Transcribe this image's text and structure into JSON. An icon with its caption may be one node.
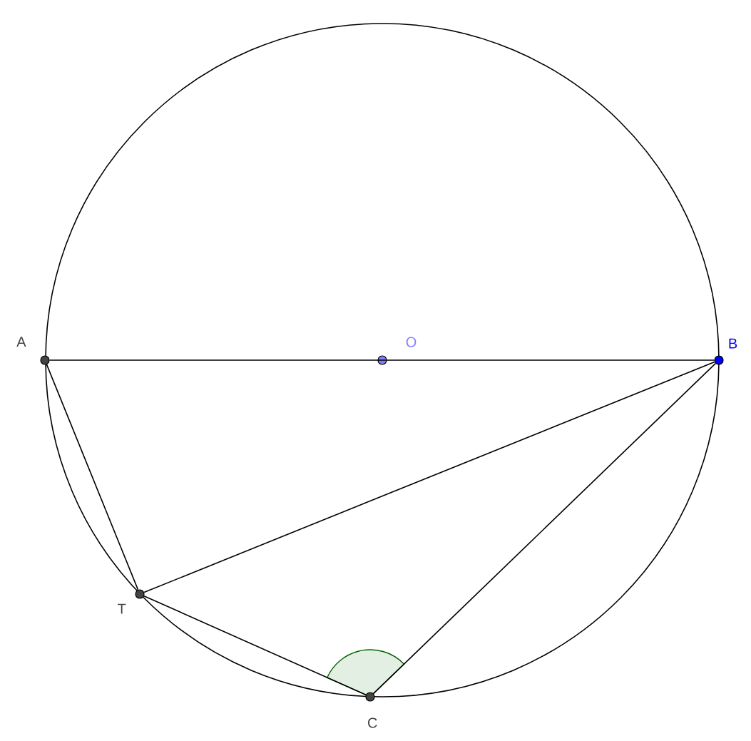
{
  "diagram": {
    "nodes": [
      {
        "text": [
          "A"
        ]
      },
      {
        "text": [
          "O"
        ]
      },
      {
        "text": [
          "B"
        ]
      },
      {
        "text": [
          "T"
        ]
      },
      {
        "text": [
          "C"
        ]
      }
    ],
    "edges": [
      {
        "from": 0,
        "to": 2,
        "arrow": "none"
      },
      {
        "from": 0,
        "to": 3,
        "arrow": "none"
      },
      {
        "from": 3,
        "to": 2,
        "arrow": "none"
      },
      {
        "from": 3,
        "to": 4,
        "arrow": "none"
      },
      {
        "from": 4,
        "to": 2,
        "arrow": "none"
      }
    ]
  }
}
